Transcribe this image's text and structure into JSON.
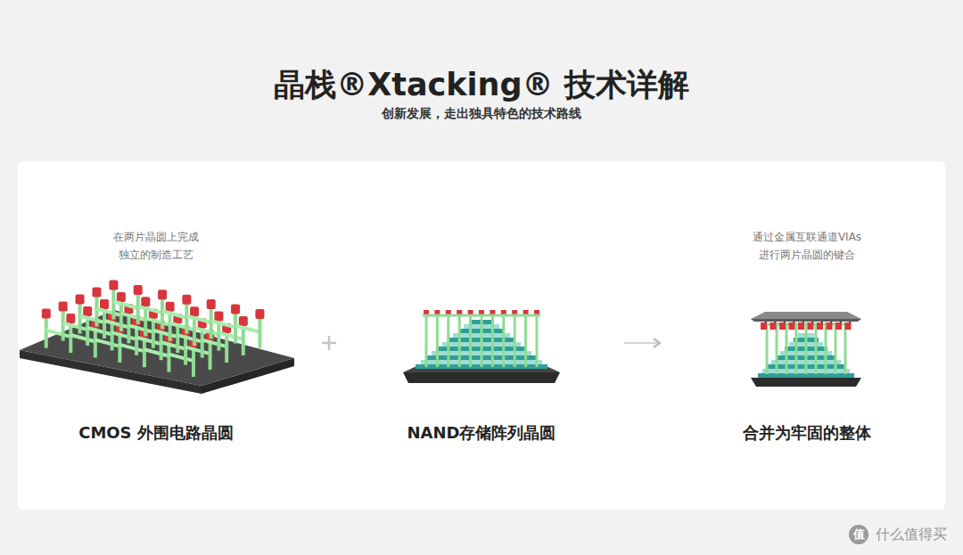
{
  "diagram": {
    "title": "晶栈®Xtacking® 技术详解",
    "nodes": [
      {
        "text": [
          "CMOS 外围电路晶圆"
        ]
      },
      {
        "text": [
          "NAND存储阵列晶圆"
        ]
      },
      {
        "text": [
          "合并为牢固的整体"
        ]
      }
    ],
    "edges": [
      {
        "from": 1,
        "to": 2,
        "arrow": "to"
      }
    ],
    "labels": [
      "创新发展，走出独具特色的技术路线",
      "在两片晶圆上完成 独立的制造工艺",
      "通过金属互联通道VIAs 进行两片晶圆的键合",
      "值",
      "什么值得买"
    ]
  }
}
